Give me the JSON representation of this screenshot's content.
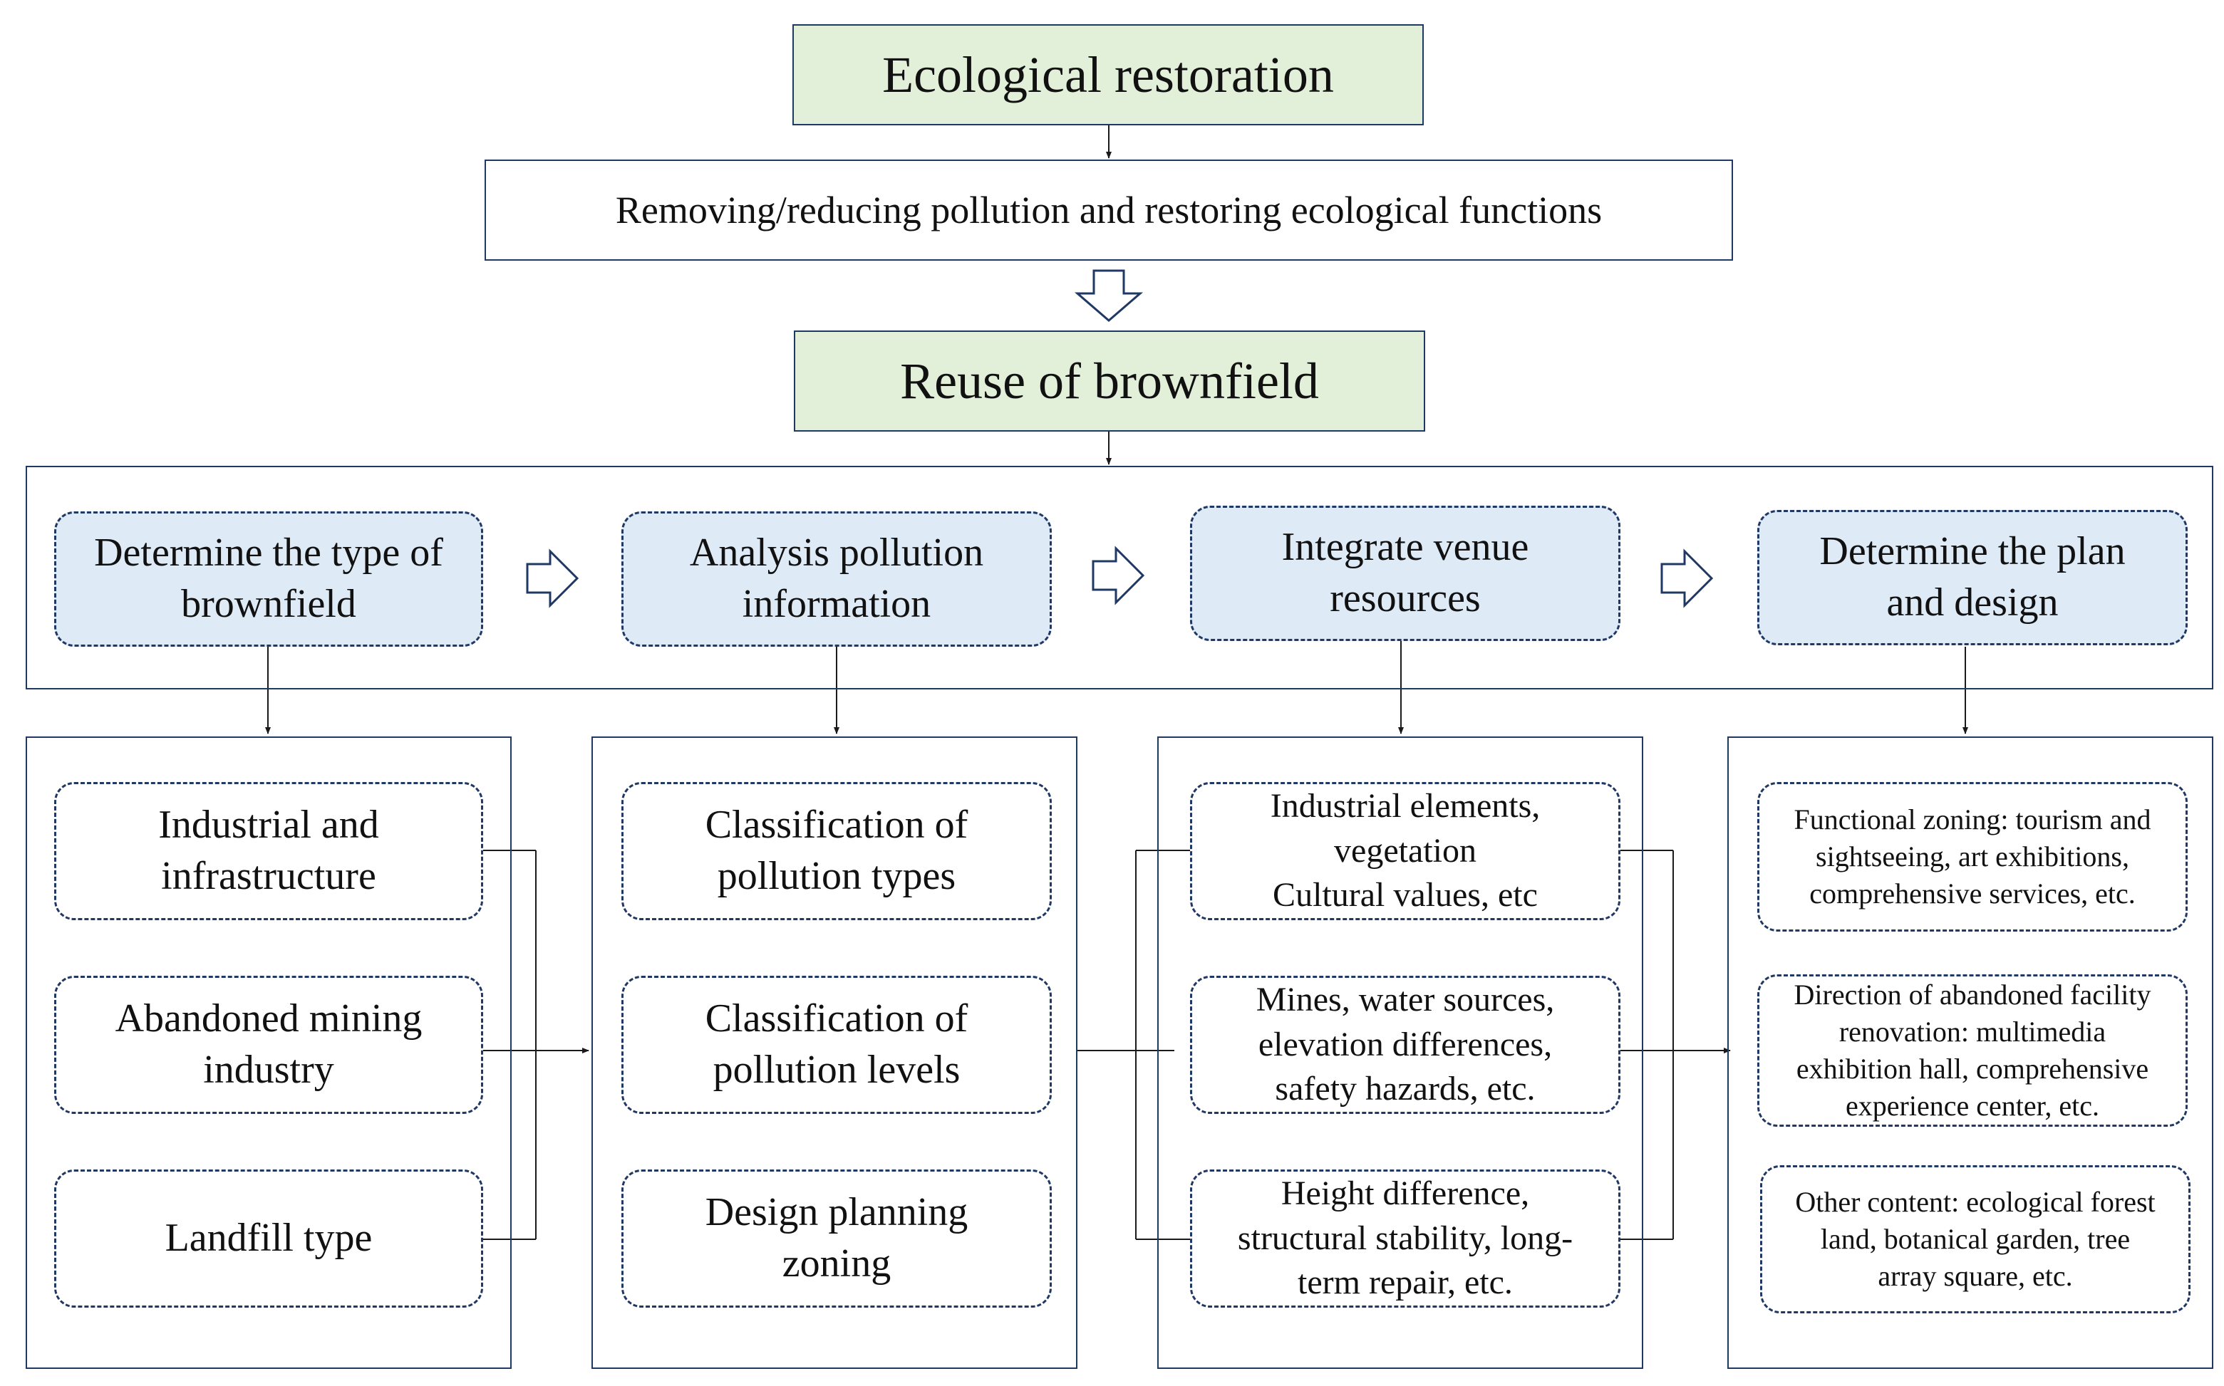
{
  "top": {
    "title": "Ecological restoration",
    "subtitle": "Removing/reducing pollution and restoring ecological functions",
    "reuse": "Reuse of brownfield"
  },
  "steps": [
    "Determine the type of\nbrownfield",
    "Analysis pollution\ninformation",
    "Integrate venue\nresources",
    "Determine the plan\nand design"
  ],
  "columns": [
    {
      "items": [
        "Industrial and\ninfrastructure",
        "Abandoned mining\nindustry",
        "Landfill type"
      ]
    },
    {
      "items": [
        "Classification of\npollution types",
        "Classification of\npollution levels",
        "Design planning\nzoning"
      ]
    },
    {
      "items": [
        "Industrial elements,\nvegetation\nCultural values, etc",
        "Mines, water sources,\nelevation differences,\nsafety hazards, etc.",
        "Height difference,\nstructural stability, long-\nterm repair, etc."
      ]
    },
    {
      "items": [
        "Functional zoning: tourism and\nsightseeing, art exhibitions,\ncomprehensive services, etc.",
        "Direction of abandoned facility\nrenovation: multimedia\nexhibition hall, comprehensive\nexperience center, etc.",
        "Other content: ecological forest\nland, botanical garden, tree\narray square, etc."
      ]
    }
  ],
  "colors": {
    "title_fill": "#e2efd9",
    "step_fill": "#deeaf6",
    "border": "#1f3864"
  }
}
